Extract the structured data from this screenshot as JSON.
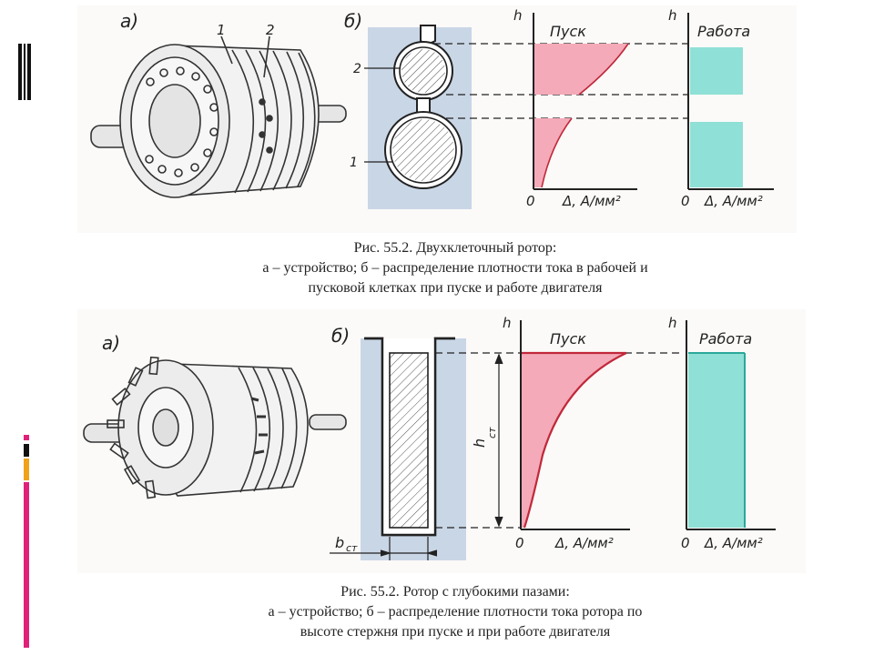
{
  "slide_markers": {
    "top_color": "#111111",
    "accents": [
      "#e0217a",
      "#111111",
      "#f0a21a",
      "#e0217a"
    ]
  },
  "figure1": {
    "label_a": "а)",
    "label_b": "б)",
    "num_1": "1",
    "num_2": "2",
    "slot_num_2": "2",
    "slot_num_1": "1",
    "h_start": "h",
    "h_work": "h",
    "title_start": "Пуск",
    "title_work": "Работа",
    "zero_start": "0",
    "zero_work": "0",
    "axis_start": "Δ, А/мм²",
    "axis_work": "Δ, А/мм²",
    "start_fill": "#f4aab8",
    "work_fill": "#8fe0d6",
    "caption_l1": "Рис. 55.2. Двухклеточный ротор:",
    "caption_l2": "а – устройство; б – распределение плотности тока в рабочей и",
    "caption_l3": "пусковой клетках при пуске и работе двигателя"
  },
  "figure2": {
    "label_a": "а)",
    "label_b": "б)",
    "h_start": "h",
    "h_work": "h",
    "title_start": "Пуск",
    "title_work": "Работа",
    "h_ct": "h",
    "h_ct_sub": "ст",
    "b_ct": "b",
    "b_ct_sub": "ст",
    "zero_start": "0",
    "zero_work": "0",
    "axis_start": "Δ, А/мм²",
    "axis_work": "Δ, А/мм²",
    "start_fill": "#f4aab8",
    "start_curve": "#c0283a",
    "work_fill": "#8fe0d6",
    "caption_l1": "Рис. 55.2. Ротор с глубокими пазами:",
    "caption_l2": "а – устройство; б – распределение плотности тока ротора по",
    "caption_l3": "высоте стержня при пуске и при работе двигателя"
  }
}
